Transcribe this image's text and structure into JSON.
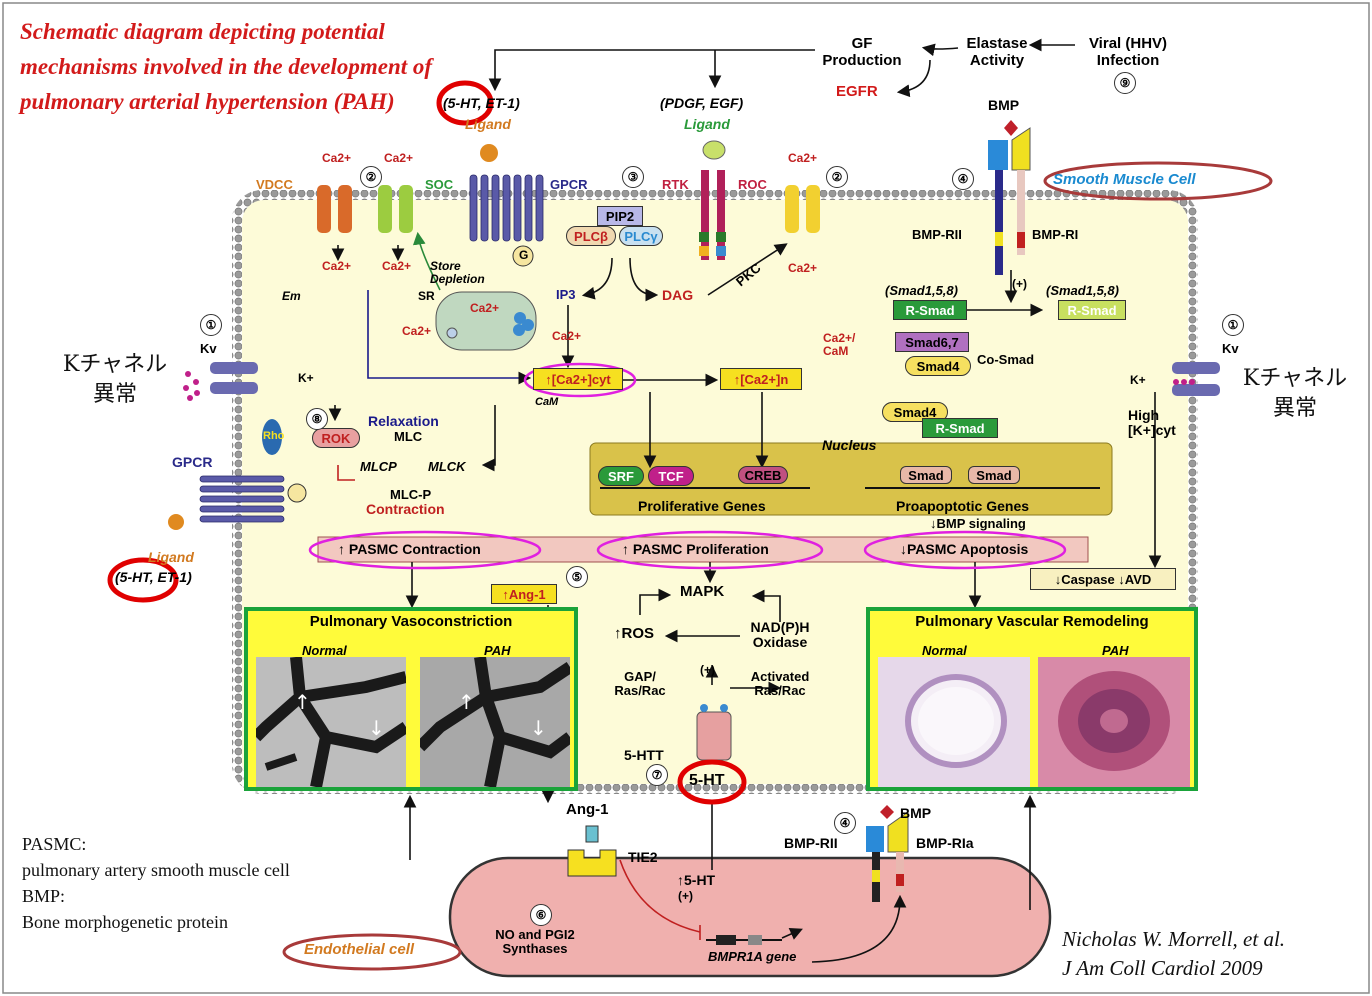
{
  "title": "Schematic diagram depicting potential mechanisms involved in the development of pulmonary arterial hypertension (PAH)",
  "citation": {
    "author": "Nicholas W. Morrell, et al.",
    "journal": "J Am Coll Cardiol 2009"
  },
  "notes": {
    "pasmc_abbr": "PASMC:",
    "pasmc_full": "pulmonary artery smooth muscle cell",
    "bmp_abbr": "BMP:",
    "bmp_full": "Bone morphogenetic protein"
  },
  "jp_label": {
    "line1": "Kチャネル",
    "line2": "異常"
  },
  "top": {
    "gf": "GF Production",
    "elastase": "Elastase Activity",
    "viral": "Viral (HHV) Infection",
    "egfr": "EGFR",
    "ligand_5ht": "(5-HT, ET-1)",
    "ligand_word": "Ligand",
    "pdgf": "(PDGF, EGF)",
    "bmp": "BMP",
    "smc_label": "Smooth Muscle Cell"
  },
  "membrane": {
    "vdcc": "VDCC",
    "soc": "SOC",
    "gpcr": "GPCR",
    "rtk": "RTK",
    "roc": "ROC",
    "ca": "Ca2+",
    "bmp_rii": "BMP-RII",
    "bmp_ri": "BMP-RI",
    "kv": "Kv",
    "k": "K+"
  },
  "inside": {
    "pip2": "PIP2",
    "plcb": "PLCβ",
    "plcg": "PLCγ",
    "g": "G",
    "store": "Store Depletion",
    "sr": "SR",
    "em": "Em",
    "ip3": "IP3",
    "dag": "DAG",
    "pkc": "PKC",
    "ca_cyt": "↑[Ca2+]cyt",
    "ca_n": "↑[Ca2+]n",
    "cam": "CaM",
    "ca_cam": "Ca2+/ CaM",
    "smad158": "(Smad1,5,8)",
    "rsmad": "R-Smad",
    "smad67": "Smad6,7",
    "smad4": "Smad4",
    "cosmad": "Co-Smad",
    "plus": "(+)",
    "high_k": "High [K+]cyt",
    "rok": "ROK",
    "rho": "Rho",
    "relax": "Relaxation",
    "mlc": "MLC",
    "mlcp": "MLCP",
    "mlck": "MLCK",
    "mlcp_p": "MLC-P",
    "contraction": "Contraction",
    "nucleus": "Nucleus",
    "srf": "SRF",
    "tcf": "TCF",
    "creb": "CREB",
    "smad": "Smad",
    "prolif_genes": "Proliferative Genes",
    "proapop_genes": "Proapoptotic Genes",
    "bmp_signaling": "↓BMP signaling",
    "contr": "↑ PASMC Contraction",
    "prolif": "↑ PASMC Proliferation",
    "apop": "↓PASMC Apoptosis",
    "caspase": "↓Caspase ↓AVD",
    "ang1": "↑Ang-1",
    "mapk": "MAPK",
    "ros": "↑ROS",
    "nadph": "NAD(P)H Oxidase",
    "gap": "GAP/ Ras/Rac",
    "activated": "Activated Ras/Rac",
    "htt": "5-HTT",
    "ht": "5-HT",
    "gpcr_left": "GPCR",
    "ligand_left": "Ligand",
    "ligand_left_5ht": "(5-HT, ET-1)"
  },
  "panels": {
    "vaso": "Pulmonary Vasoconstriction",
    "remodel": "Pulmonary Vascular Remodeling",
    "normal": "Normal",
    "pah": "PAH"
  },
  "endothelial": {
    "ang1": "Ang-1",
    "tie2": "TIE2",
    "ht": "↑5-HT",
    "plus": "(+)",
    "no_pgi": "NO and PGI2 Synthases",
    "bmpr1a": "BMPR1A gene",
    "bmp": "BMP",
    "bmp_rii": "BMP-RII",
    "bmp_ria": "BMP-RIa",
    "label": "Endothelial cell"
  },
  "numbers": [
    "①",
    "②",
    "③",
    "④",
    "⑤",
    "⑥",
    "⑦",
    "⑧",
    "⑨"
  ],
  "colors": {
    "title": "#d21a1a",
    "highlight_ellipse": "#e020e0",
    "circle_red": "#e00000",
    "panel_border": "#1aa33a",
    "cell": "#fdfbd8"
  }
}
